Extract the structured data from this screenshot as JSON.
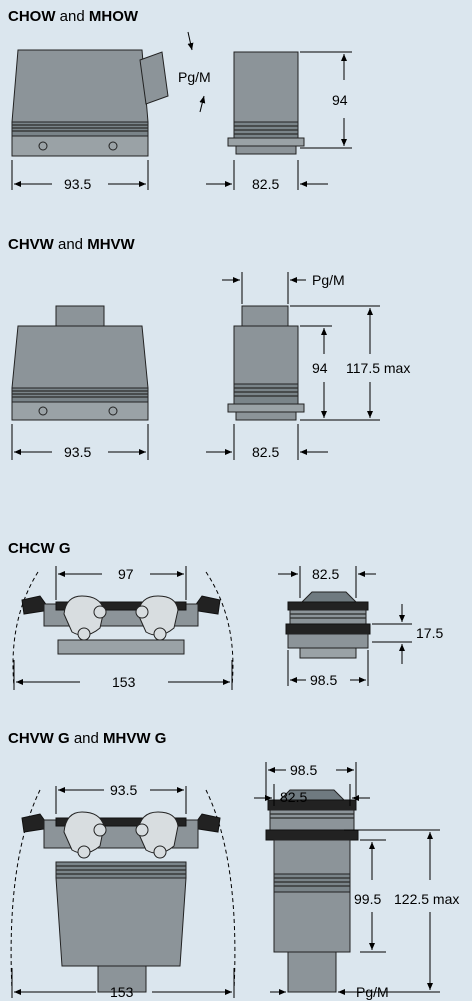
{
  "sections": [
    {
      "bold": "CHOW",
      "mid": " and ",
      "bold2": "MHOW",
      "tail": ""
    },
    {
      "bold": "CHVW",
      "mid": "  and ",
      "bold2": "MHVW",
      "tail": ""
    },
    {
      "bold": "CHCW G",
      "mid": "",
      "bold2": "",
      "tail": ""
    },
    {
      "bold": "CHVW G",
      "mid": " and ",
      "bold2": "MHVW G",
      "tail": ""
    }
  ],
  "dims": {
    "s1_pg": "Pg/M",
    "s1_h": "94",
    "s1_w1": "93.5",
    "s1_w2": "82.5",
    "s2_pg": "Pg/M",
    "s2_h": "94",
    "s2_hmax": "117.5 max",
    "s2_w1": "93.5",
    "s2_w2": "82.5",
    "s3_w97": "97",
    "s3_w153": "153",
    "s3_w825": "82.5",
    "s3_h": "17.5",
    "s3_w985": "98.5",
    "s4_w935": "93.5",
    "s4_w153": "153",
    "s4_w985": "98.5",
    "s4_w825": "82.5",
    "s4_h": "99.5",
    "s4_hmax": "122.5 max",
    "s4_pg": "Pg/M"
  }
}
